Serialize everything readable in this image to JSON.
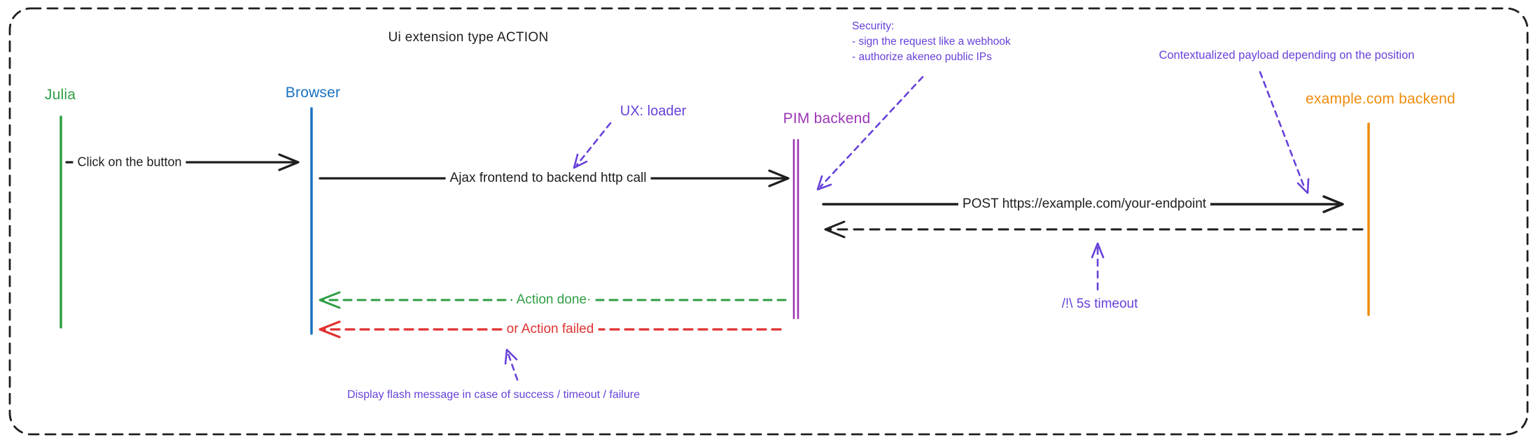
{
  "diagram": {
    "title": "Ui extension type ACTION",
    "actors": [
      {
        "id": "julia",
        "label": "Julia",
        "color": "#2f9e44"
      },
      {
        "id": "browser",
        "label": "Browser",
        "color": "#1971c2"
      },
      {
        "id": "pim",
        "label": "PIM backend",
        "color": "#9c36b5"
      },
      {
        "id": "example",
        "label": "example.com backend",
        "color": "#ef8c0c"
      }
    ],
    "messages": [
      {
        "id": "click",
        "label": "Click on the button",
        "from": "julia",
        "to": "browser",
        "style": "solid",
        "color": "#1e1e1e"
      },
      {
        "id": "ajax",
        "label": "Ajax frontend to backend http call",
        "from": "browser",
        "to": "pim",
        "style": "solid",
        "color": "#1e1e1e"
      },
      {
        "id": "post",
        "label": "POST https://example.com/your-endpoint",
        "from": "pim",
        "to": "example",
        "style": "solid",
        "color": "#1e1e1e"
      },
      {
        "id": "response",
        "label": "",
        "from": "example",
        "to": "pim",
        "style": "dashed",
        "color": "#1e1e1e"
      },
      {
        "id": "done",
        "label": "Action done·",
        "from": "pim",
        "to": "browser",
        "style": "dashed",
        "color": "#2f9e44"
      },
      {
        "id": "failed",
        "label": "or Action failed",
        "from": "pim",
        "to": "browser",
        "style": "dashed",
        "color": "#e03131"
      }
    ],
    "annotations": {
      "ux_loader": {
        "text": "UX: loader"
      },
      "security": {
        "lines": [
          "Security:",
          "- sign the request like a webhook",
          "- authorize akeneo public IPs"
        ]
      },
      "contextualized": {
        "text": "Contextualized payload depending on the position"
      },
      "timeout": {
        "text": "/!\\ 5s timeout"
      },
      "flash": {
        "text": "Display flash message in case of success / timeout / failure"
      }
    },
    "colors": {
      "background": "#ffffff",
      "black": "#1e1e1e",
      "green": "#2f9e44",
      "blue": "#1971c2",
      "purple": "#9c36b5",
      "orange": "#ef8c0c",
      "violet": "#6741d9",
      "red": "#e03131"
    }
  }
}
